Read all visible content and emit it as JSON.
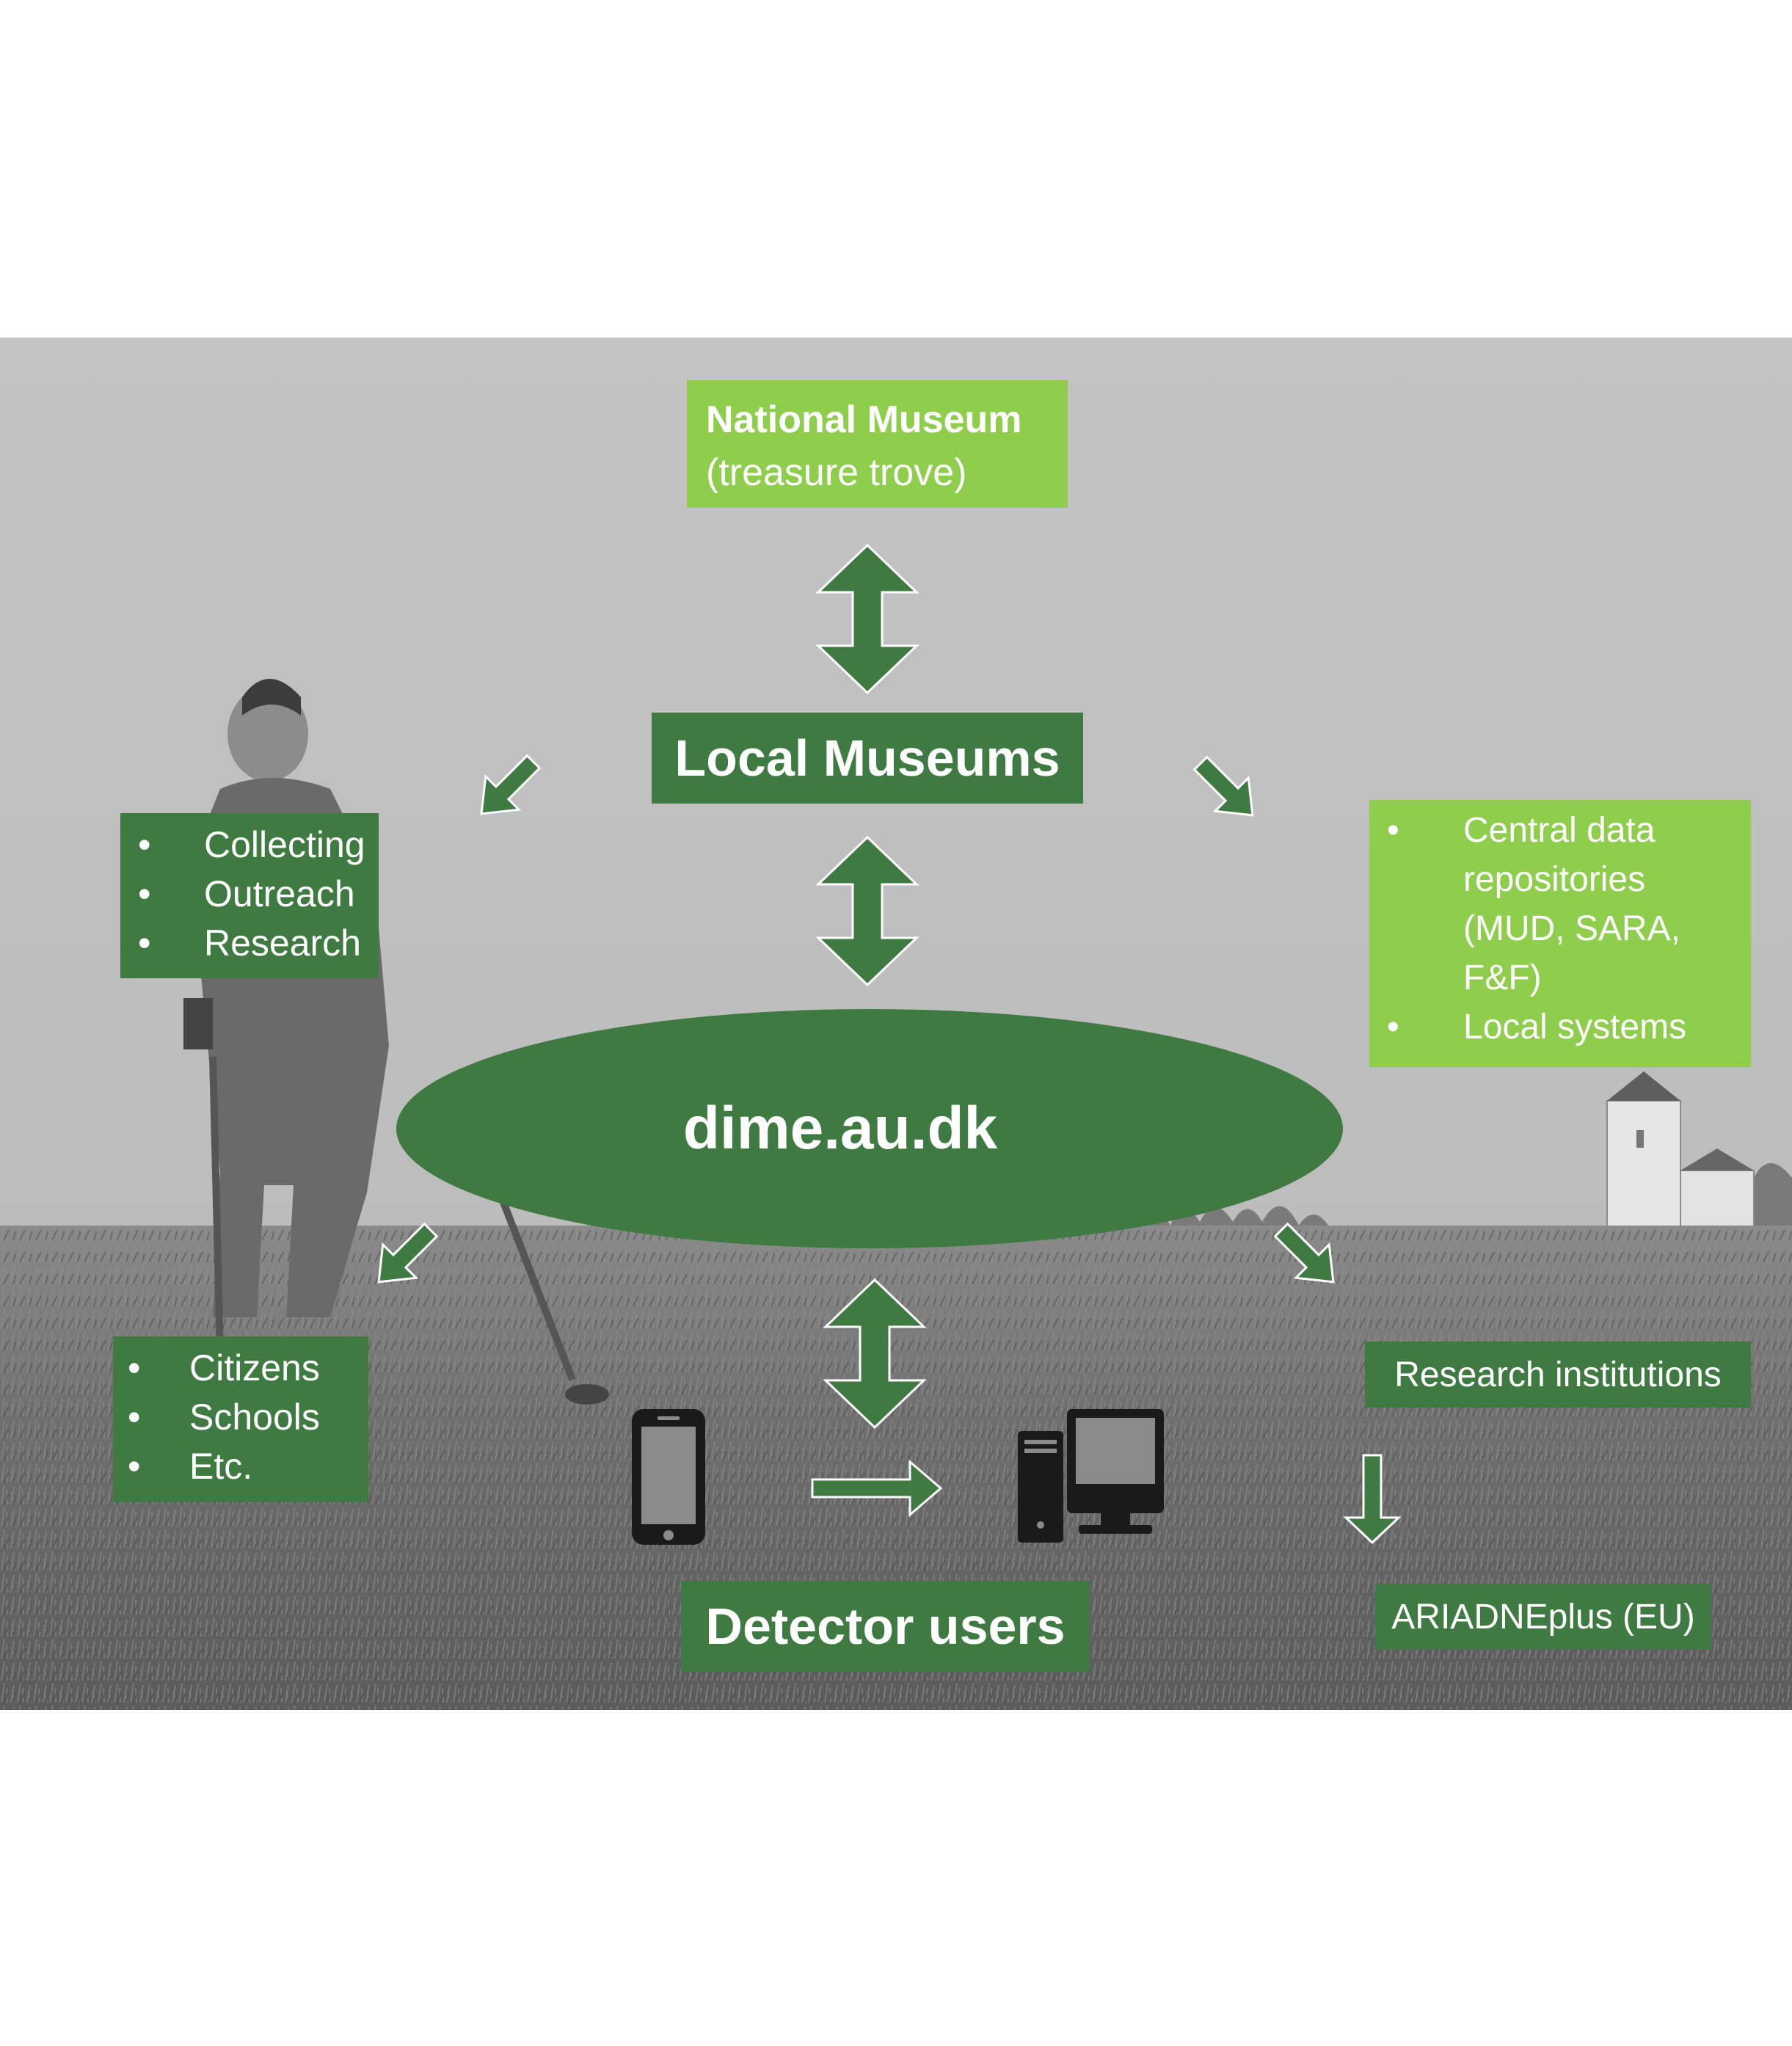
{
  "colors": {
    "dark_green": "#3f7a42",
    "light_green": "#8fce4c",
    "text": "#ffffff",
    "device": "#1a1a1a"
  },
  "national_museum": {
    "line1": "National Museum",
    "line2": "(treasure trove)"
  },
  "local_museums": "Local Museums",
  "center": "dime.au.dk",
  "detector_users": "Detector users",
  "left_top_list": [
    "Collecting",
    "Outreach",
    "Research"
  ],
  "left_bottom_list": [
    "Citizens",
    "Schools",
    "Etc."
  ],
  "right_top_list": {
    "item1_lines": [
      "Central data",
      "repositories",
      "(MUD, SARA,",
      "F&F)"
    ],
    "item2": "Local systems"
  },
  "research_institutions": "Research institutions",
  "ariadne": "ARIADNEplus (EU)",
  "bullet": "•",
  "icons": [
    "smartphone-icon",
    "desktop-computer-icon"
  ]
}
